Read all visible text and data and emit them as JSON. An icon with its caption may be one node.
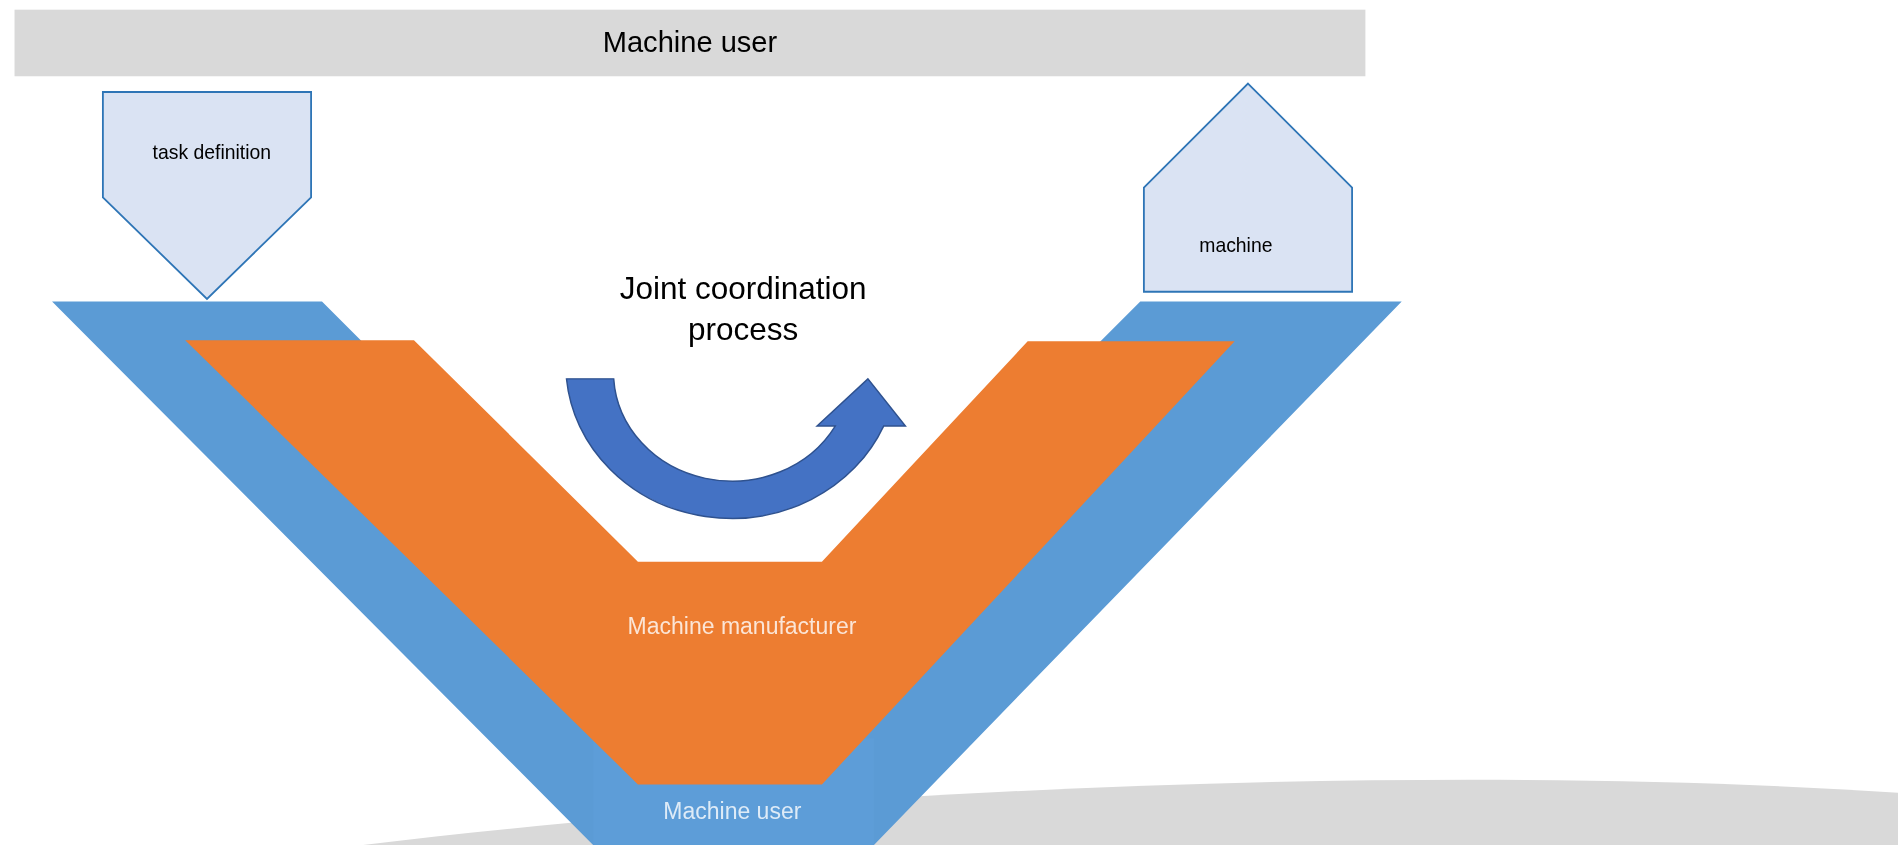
{
  "diagram": {
    "nodes": [
      {
        "text": [
          "Machine user"
        ]
      },
      {
        "text": [
          "task definition"
        ]
      },
      {
        "text": [
          "machine"
        ]
      },
      {
        "text": [
          "Machine user"
        ]
      },
      {
        "text": [
          "Machine manufacturer"
        ]
      }
    ],
    "labels": [
      "Joint coordination process"
    ]
  }
}
